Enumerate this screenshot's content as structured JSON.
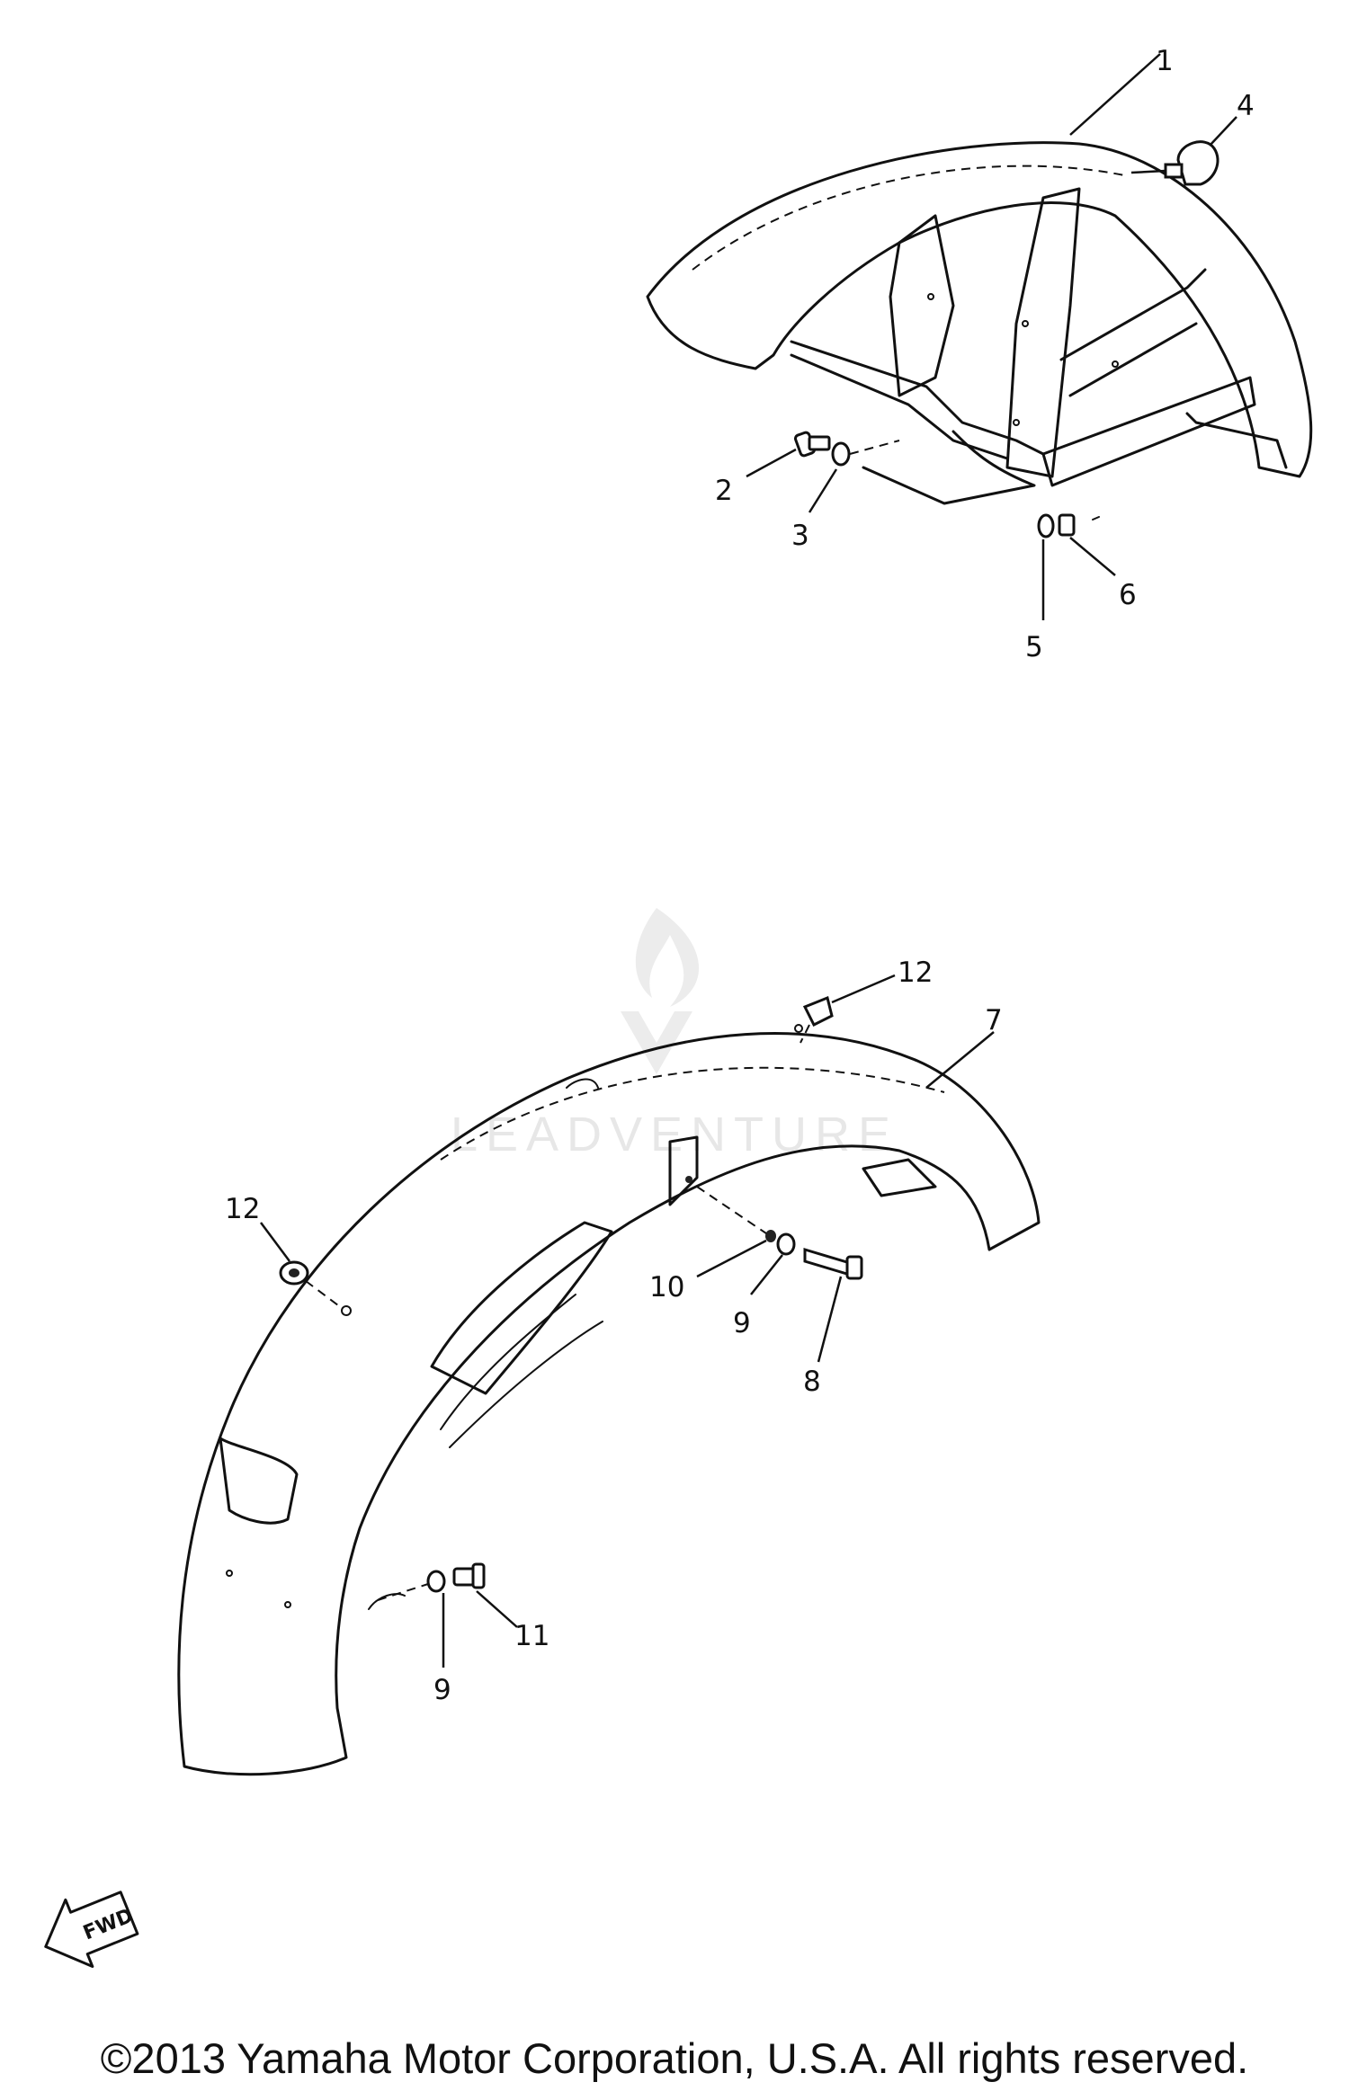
{
  "diagram": {
    "callouts": {
      "c1": "1",
      "c2": "2",
      "c3": "3",
      "c4": "4",
      "c5": "5",
      "c6": "6",
      "c7": "7",
      "c8": "8",
      "c9a": "9",
      "c9b": "9",
      "c10": "10",
      "c11": "11",
      "c12a": "12",
      "c12b": "12"
    },
    "fwd_label": "FWD",
    "watermark": "LEADVENTURE"
  },
  "footer": {
    "copyright": "©2013 Yamaha Motor Corporation, U.S.A. All rights reserved."
  }
}
